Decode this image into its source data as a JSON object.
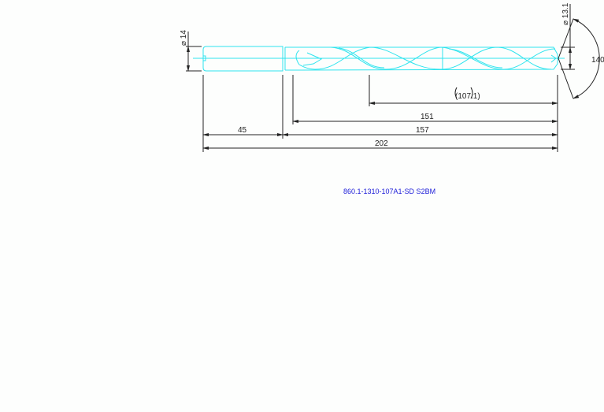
{
  "drawing": {
    "part_number": "860.1-1310-107A1-SD S2BM",
    "colors": {
      "tool_outline": "#2fe4ee",
      "dimension": "#222222",
      "label": "#1c1cd8"
    },
    "dimensions": {
      "shank_diameter": "⌀ 14",
      "tip_diameter": "⌀ 13.1",
      "point_angle": "140°",
      "flute_length": "(107.1)",
      "usable_length": "151",
      "shank_length": "45",
      "body_length": "157",
      "overall_length": "202"
    }
  }
}
